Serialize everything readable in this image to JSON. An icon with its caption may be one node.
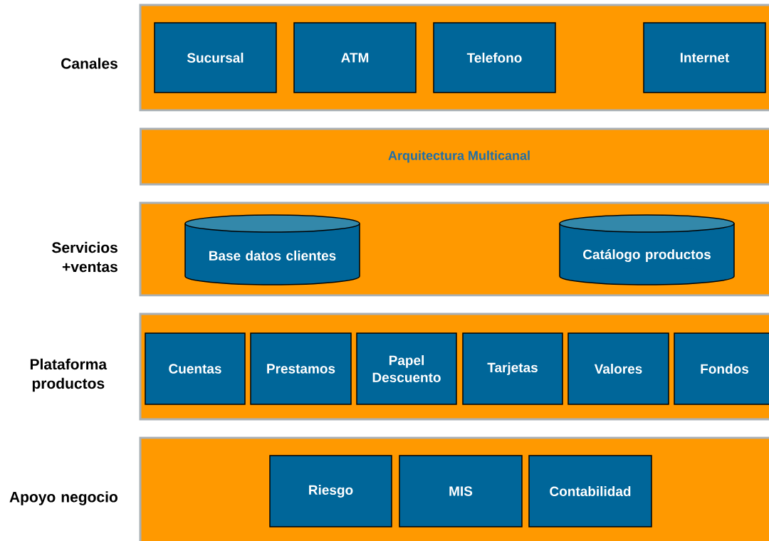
{
  "diagram": {
    "nodes": [
      {
        "text": [
          "Canales"
        ]
      },
      {
        "text": [
          "Sucursal"
        ],
        "in": 0
      },
      {
        "text": [
          "ATM"
        ],
        "in": 0
      },
      {
        "text": [
          "Telefono"
        ],
        "in": 0
      },
      {
        "text": [
          "Internet"
        ],
        "in": 0
      },
      {
        "text": [
          "Arquitectura Multicanal"
        ]
      },
      {
        "text": [
          "Servicios +ventas"
        ]
      },
      {
        "text": [
          "Base datos clientes"
        ],
        "in": 6
      },
      {
        "text": [
          "Catálogo productos"
        ],
        "in": 6
      },
      {
        "text": [
          "Plataforma productos"
        ]
      },
      {
        "text": [
          "Cuentas"
        ],
        "in": 9
      },
      {
        "text": [
          "Prestamos"
        ],
        "in": 9
      },
      {
        "text": [
          "Papel Descuento"
        ],
        "in": 9
      },
      {
        "text": [
          "Tarjetas"
        ],
        "in": 9
      },
      {
        "text": [
          "Valores"
        ],
        "in": 9
      },
      {
        "text": [
          "Fondos"
        ],
        "in": 9
      },
      {
        "text": [
          "Apoyo negocio"
        ]
      },
      {
        "text": [
          "Riesgo"
        ],
        "in": 16
      },
      {
        "text": [
          "MIS"
        ],
        "in": 16
      },
      {
        "text": [
          "Contabilidad"
        ],
        "in": 16
      }
    ],
    "edges": []
  }
}
